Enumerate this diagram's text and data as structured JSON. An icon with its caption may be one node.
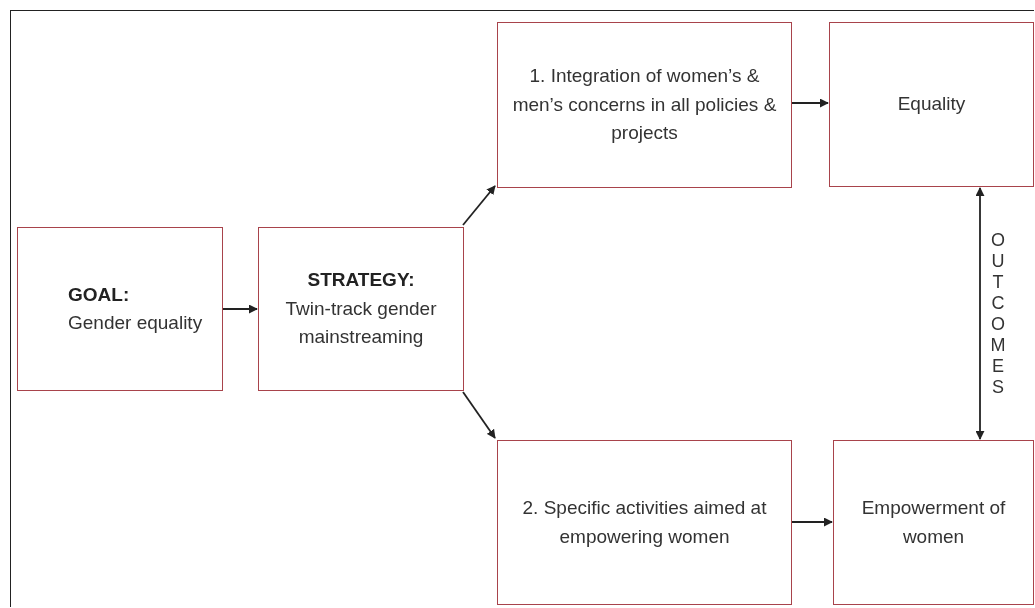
{
  "diagram": {
    "nodes": [
      {
        "text": [
          "GOAL:",
          "Gender equality"
        ]
      },
      {
        "text": [
          "STRATEGY:",
          "Twin-track gender mainstreaming"
        ]
      },
      {
        "text": [
          "1. Integration of women’s & men’s concerns in all policies & projects"
        ]
      },
      {
        "text": [
          "Equality"
        ]
      },
      {
        "text": [
          "2. Specific activities aimed at empowering women"
        ]
      },
      {
        "text": [
          "Empowerment of women"
        ]
      }
    ],
    "edges": [
      {
        "from": 0,
        "to": 1,
        "arrow": "to"
      },
      {
        "from": 1,
        "to": 2,
        "arrow": "to"
      },
      {
        "from": 1,
        "to": 4,
        "arrow": "to"
      },
      {
        "from": 2,
        "to": 3,
        "arrow": "to"
      },
      {
        "from": 4,
        "to": 5,
        "arrow": "to"
      },
      {
        "from": 3,
        "to": 5,
        "arrow": "both",
        "label": "OUTCOMES"
      }
    ]
  }
}
